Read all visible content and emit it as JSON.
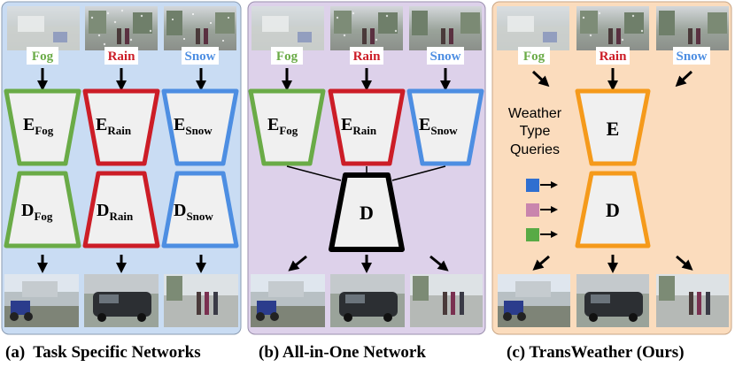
{
  "colors": {
    "panel_a": "#c9dcf3",
    "panel_b": "#ddd1ea",
    "panel_c": "#fbdcbd",
    "fog": "#6aab47",
    "rain": "#cc1d27",
    "snow": "#4d8ee2",
    "black": "#000000",
    "unified": "#f59a1b",
    "query_blue": "#2f6fd0",
    "query_pink": "#c985ad",
    "query_green": "#58aa45"
  },
  "weather_tags": {
    "fog": "Fog",
    "rain": "Rain",
    "snow": "Snow"
  },
  "panel_a": {
    "caption": "(a)  Task Specific Networks",
    "encoders": [
      {
        "main": "E",
        "sub": "Fog"
      },
      {
        "main": "E",
        "sub": "Rain"
      },
      {
        "main": "E",
        "sub": "Snow"
      }
    ],
    "decoders": [
      {
        "main": "D",
        "sub": "Fog"
      },
      {
        "main": "D",
        "sub": "Rain"
      },
      {
        "main": "D",
        "sub": "Snow"
      }
    ]
  },
  "panel_b": {
    "caption": "(b) All-in-One Network",
    "encoders": [
      {
        "main": "E",
        "sub": "Fog"
      },
      {
        "main": "E",
        "sub": "Rain"
      },
      {
        "main": "E",
        "sub": "Snow"
      }
    ],
    "decoder": "D"
  },
  "panel_c": {
    "caption": "(c) TransWeather (Ours)",
    "encoder": "E",
    "decoder": "D",
    "queries_label": [
      "Weather",
      "Type",
      "Queries"
    ]
  }
}
